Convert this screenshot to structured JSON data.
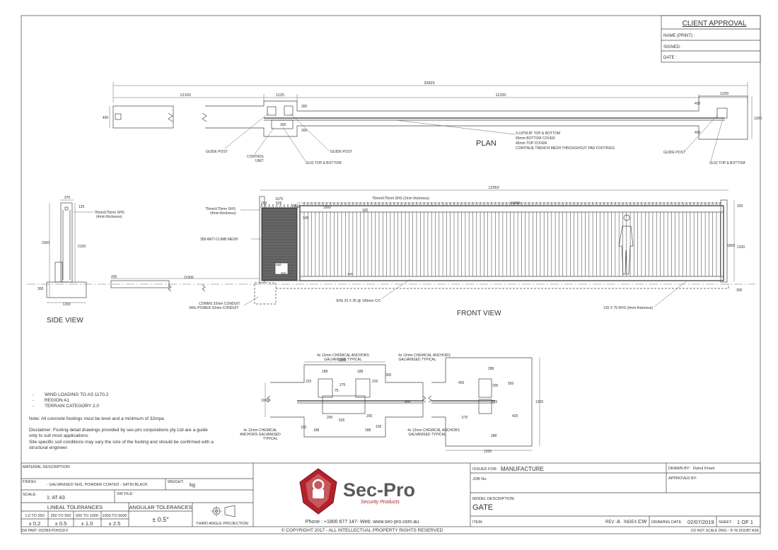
{
  "approval": {
    "title": "CLIENT APPROVAL",
    "name_label": "NAME (PRINT) :",
    "signed_label": "SIGNED :",
    "date_label": "DATE :"
  },
  "plan": {
    "title": "PLAN",
    "dim_overall": "25825",
    "dim_left": "12100",
    "dim_mid": "1125",
    "dim_run": "11200",
    "dim_right": "1200",
    "dim_left_h": "400",
    "dim_300a": "300",
    "dim_300b": "300",
    "dim_300c": "300",
    "dim_400a": "400",
    "dim_400b": "400",
    "dim_right_h": "1200",
    "note_lines": [
      "3-L8TM AT TOP & BOTTOM",
      "65mm BOTTOM COVER",
      "45mm TOP COVER",
      "CONTINUE TRENCH MESH THROUGHOUT PAD FOOTINGS"
    ],
    "lbl_guide_post_a": "GUIDE POST",
    "lbl_control_1": "CONTROL",
    "lbl_control_2": "UNIT",
    "lbl_guide_post_b": "GUIDE POST",
    "lbl_sl62_a": "SL62 TOP & BOTTOM",
    "lbl_guide_post_c": "GUIDE POST",
    "lbl_sl62_b": "SL62 TOP & BOTTOM"
  },
  "side_view": {
    "title": "SIDE VIEW",
    "dim_375": "375",
    "dim_125": "125",
    "lbl_shs_1": "75mmX75mm SHS",
    "lbl_shs_2": "(4mm thickness)",
    "dim_2300": "2300",
    "dim_2100": "2100",
    "dim_300": "300",
    "dim_1200": "1200"
  },
  "front_view": {
    "title": "FRONT VIEW",
    "dim_12950": "12950",
    "lbl_top_shs": "75mmX75mm SHS (2mm thickness)",
    "dim_11869": "11869",
    "dim_1075": "1075",
    "dim_200": "200",
    "dim_525": "525",
    "dim_250": "250",
    "dim_100": "100",
    "dim_1600": "1600",
    "dim_182": "182",
    "lbl_post_shs_1": "75mmX75mm SHS",
    "lbl_post_shs_2": "(4mm thickness)",
    "lbl_mesh": "358 ANTI CLIMB MESH",
    "dim_450": "450",
    "dim_600": "600",
    "dim_140": "140",
    "dim_200b": "200",
    "dim_11900": "11900",
    "dim_200r": "200",
    "dim_1850": "1850",
    "dim_2100": "2100",
    "dim_300r": "300",
    "lbl_comms": "COMMS 32mm CONDUIT",
    "lbl_power": "240v POWER 32mm CONDUIT",
    "lbl_shs25": "SHS 25 X 25 @ 140mm C/C",
    "lbl_rhs": "125 X 75 RHS (4mm thickness)"
  },
  "footing": {
    "lbl_anchor_tl_1": "4x 12mm CHEMICAL ANCHORS",
    "lbl_anchor_tl_2": "GALVANISED TYPICAL",
    "lbl_anchor_tr_1": "4x 12mm CHEMICAL ANCHORS",
    "lbl_anchor_tr_2": "GALVANISED TYPICAL",
    "lbl_anchor_bl_1": "4x 12mm CHEMICAL",
    "lbl_anchor_bl_2": "ANCHORS GALVANISED",
    "lbl_anchor_bl_3": "TYPICAL",
    "lbl_anchor_br_1": "4x 12mm CHEMICAL ANCHORS",
    "lbl_anchor_br_2": "GALVANISED TYPICAL",
    "dim_1125": "1125",
    "dim_188a": "188",
    "dim_188b": "188",
    "dim_225a": "225",
    "dim_225b": "225",
    "dim_275": "275",
    "dim_75": "75",
    "dim_300": "300",
    "dim_1000": "1000",
    "dim_400": "400",
    "dim_200a": "200",
    "dim_200b": "200",
    "dim_525": "525",
    "dim_100a": "100",
    "dim_188c": "188",
    "dim_188d": "188",
    "dim_100b": "100",
    "dim_288a": "288",
    "dim_450": "450",
    "dim_200c": "200",
    "dim_550": "550",
    "dim_225c": "225",
    "dim_575": "575",
    "dim_425": "425",
    "dim_288b": "288",
    "dim_1200h": "1200",
    "dim_1200v": "1200"
  },
  "notes": {
    "bullets": [
      "WIND LOADING TO AS 1170.2",
      "REGION A1",
      "TERRAIN CATEGORY 2.0"
    ],
    "concrete": "Note: All concrete footings must be level and a minimum of 32mpa",
    "disclaimer": [
      "Disclaimer: Footing detail drawings provided by sec-pro corporations pty Ltd are a guide",
      "only to suit most applications.",
      "Site specific soil conditions may vary the size of the footing and should be confirmed with a",
      "structural engineer."
    ]
  },
  "title_block": {
    "material_label": "MATERIAL DESCRIPTION:",
    "finish_label": "FINISH:",
    "finish_value": "- GALVANISED SHS, POWDER COATED - SATIN BLACK",
    "weight_label": "WEIGHT:",
    "weight_unit": "kg",
    "scale_label": "SCALE:",
    "scale_value": "1:  AT A3",
    "swfile_label": "SW FILE:",
    "lineal_title": "LINEAL TOLERANCES",
    "angular_title": "ANGULAR TOLERANCES",
    "lineal_ranges": [
      "1.0 TO 250",
      "250 TO 500",
      "500 TO 1000",
      "1000 TO 5000"
    ],
    "lineal_values": [
      "± 0.2",
      "± 0.5",
      "± 1.0",
      "± 2.5"
    ],
    "angular_value": "± 0.5°",
    "projection": "THIRD ANGLE PROJECTION",
    "sw_part": "SW PART: 052069-PDH318-F",
    "logo_text": "Sec-Pro",
    "logo_tagline": "Security Products",
    "contact": "Phone : +1800 677 147-  Web: www.sec-pro.com.au",
    "copyright": "© COPYRIGHT 2017 - ALL INTELLECTUAL PROPERTY RIGHTS RESERVED",
    "issued_label": "ISSUED FOR:",
    "issued_value": "MANUFACTURE",
    "drawn_label": "DRAWN BY:",
    "drawn_value": "Rahul Khant",
    "job_label": "JOB No.",
    "approved_label": "APPROVED BY:",
    "model_label": "MODEL DESCRIPTION:",
    "model_value": "GATE",
    "item_label": "ITEM:",
    "rev_label": "REV :",
    "rev_value": "A",
    "index_label": "INDEX :",
    "index_value": "CW",
    "drawing_date_label": "DRAWING DATE:",
    "drawing_date_value": "02/07/2019",
    "sheet_label": "SHEET:",
    "sheet_value": "1 OF 1",
    "no_scale": "DO NOT SCALE DWG - IF IN DOUBT ASK"
  },
  "colors": {
    "logo_red": "#b3212a",
    "logo_grey": "#5a5a5a"
  }
}
